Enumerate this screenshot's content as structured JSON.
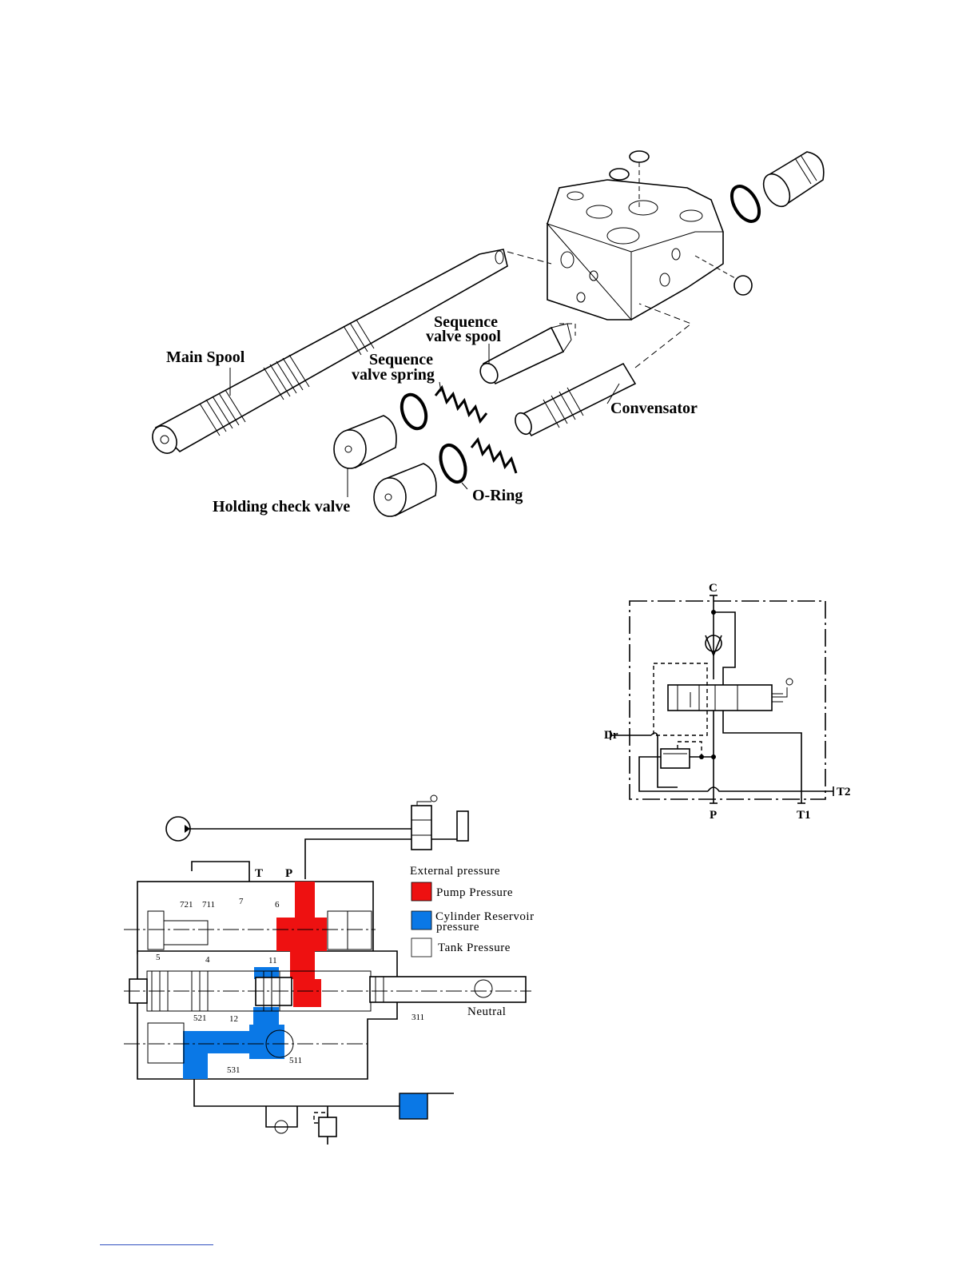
{
  "exploded_view": {
    "labels": {
      "main_spool": "Main Spool",
      "sequence_valve_spool_1": "Sequence",
      "sequence_valve_spool_2": "valve spool",
      "sequence_valve_spring_1": "Sequence",
      "sequence_valve_spring_2": "valve spring",
      "convensator": "Convensator",
      "holding_check_valve": "Holding check valve",
      "o_ring": "O-Ring"
    }
  },
  "schematic": {
    "ports": {
      "c": "C",
      "dr": "Dr",
      "p": "P",
      "t1": "T1",
      "t2": "T2"
    }
  },
  "section_view": {
    "ports": {
      "t": "T",
      "p": "P"
    },
    "part_numbers": {
      "n721": "721",
      "n711": "711",
      "n7": "7",
      "n6": "6",
      "n5": "5",
      "n4": "4",
      "n11": "11",
      "n12": "12",
      "n311": "311",
      "n521": "521",
      "n531": "531",
      "n511": "511"
    },
    "state_label": "Neutral",
    "legend": {
      "title": "External pressure",
      "items": [
        {
          "label": "Pump  Pressure",
          "color": "#ee1111"
        },
        {
          "label_1": "Cylinder Reservoir",
          "label_2": "pressure",
          "color": "#0a78e6"
        },
        {
          "label": "Tank  Pressure",
          "color": "#ffffff"
        }
      ]
    }
  },
  "colors": {
    "pump": "#ee1111",
    "cylinder": "#0a78e6",
    "tank": "#ffffff"
  }
}
